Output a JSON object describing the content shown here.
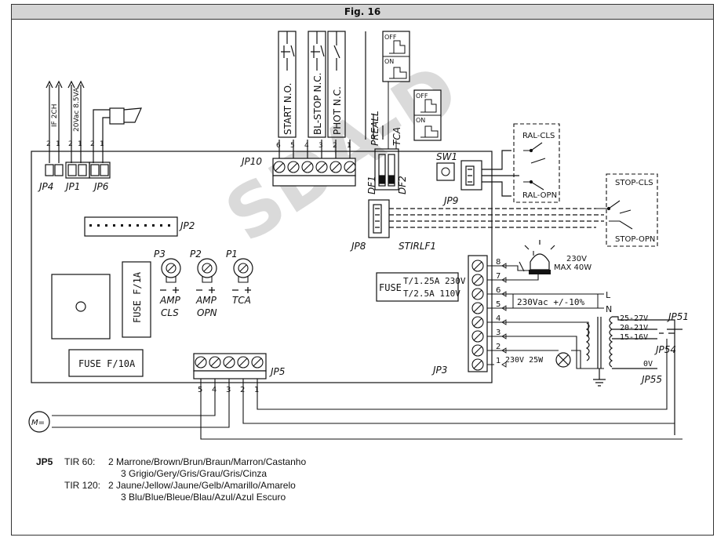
{
  "figure": {
    "title": "Fig. 16",
    "watermark": "SDA-D"
  },
  "jp10": {
    "name": "JP10",
    "pins": [
      "6",
      "5",
      "4",
      "3",
      "2",
      "1"
    ],
    "inputs": [
      "START N.O.",
      "BL-STOP N.C.",
      "PHOT N.C.",
      "PREALL",
      "TCA"
    ]
  },
  "switch_icons": [
    {
      "off": "OFF",
      "on": "ON"
    },
    {
      "off": "OFF",
      "on": "ON"
    }
  ],
  "left_connectors": {
    "jp4": "JP4",
    "jp1": "JP1",
    "jp6": "JP6",
    "jp4_label": "IF 2CH",
    "jp1_label": "20Vac 8.5VA",
    "pins_jp4": [
      "2",
      "1"
    ],
    "pins_jp1": [
      "2",
      "1"
    ],
    "pins_jp6": [
      "2",
      "1"
    ]
  },
  "board": {
    "jp2": "JP2",
    "jp8": "JP8",
    "jp9": "JP9",
    "sw1": "SW1",
    "df1": "DF1",
    "df2": "DF2",
    "stirlf1": "STIRLF1",
    "fuse_main": "FUSE F/10A",
    "fuse_small": "FUSE F/1A",
    "fuse_t_label": "FUSE",
    "fuse_t1": "T/1.25A 230V",
    "fuse_t2": "T/2.5A 110V"
  },
  "trimmers": [
    {
      "id": "P3",
      "name": "AMP",
      "sub": "CLS"
    },
    {
      "id": "P2",
      "name": "AMP",
      "sub": "OPN"
    },
    {
      "id": "P1",
      "name": "TCA",
      "sub": ""
    }
  ],
  "jp3": {
    "name": "JP3",
    "pins": [
      "8",
      "7",
      "6",
      "5",
      "4",
      "3",
      "2",
      "1"
    ],
    "lamp_label": "230V",
    "lamp_max": "MAX 40W",
    "mains": "230Vac +/-10%",
    "l": "L",
    "n": "N",
    "light_label": "230V 25W"
  },
  "transformer": {
    "taps": [
      "25-27V",
      "20-21V",
      "15-16V",
      "0V"
    ],
    "jp51": "JP51",
    "jp54": "JP54",
    "jp55": "JP55"
  },
  "limit_switches": {
    "ral_cls": "RAL-CLS",
    "ral_opn": "RAL-OPN",
    "stop_cls": "STOP-CLS",
    "stop_opn": "STOP-OPN"
  },
  "jp5": {
    "name": "JP5",
    "pins": [
      "5",
      "4",
      "3",
      "2",
      "1"
    ],
    "motor": "M="
  },
  "legend": {
    "key": "JP5",
    "rows": [
      {
        "model": "TIR 60:",
        "text": "2 Marrone/Brown/Brun/Braun/Marron/Castanho"
      },
      {
        "model": "",
        "text": "3 Grigio/Gery/Gris/Grau/Gris/Cinza"
      },
      {
        "model": "TIR 120:",
        "text": "2 Jaune/Jellow/Jaune/Gelb/Amarillo/Amarelo"
      },
      {
        "model": "",
        "text": "3 Blu/Blue/Bleue/Blau/Azul/Azul Escuro"
      }
    ]
  }
}
